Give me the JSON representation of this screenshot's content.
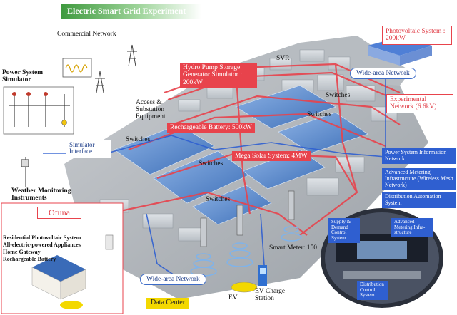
{
  "title": "Electric Smart Grid Experiment",
  "labels": {
    "commercial_network": "Commercial Network",
    "power_system_simulator": "Power System Simulator",
    "simulator_interface": "Simulator Interface",
    "weather_monitoring": "Weather Monitoring Instruments",
    "access_substation": "Access & Substation Equipment",
    "svr": "SVR",
    "switches": "Switches",
    "smart_meter": "Smart Meter: 150",
    "ev": "EV",
    "ev_charge_station": "EV Charge Station",
    "data_center": "Data Center"
  },
  "red_boxes": {
    "photovoltaic": "Photovoltaic System : 200kW",
    "hydro_pump": "Hydro Pump Storage Generator Simulator : 200kW",
    "rechargeable_battery": "Rechargeable Battery: 500kW",
    "mega_solar": "Mega Solar System: 4MW",
    "experimental_network": "Experimental Network (6.6kV)"
  },
  "networks": {
    "wide_area_top": "Wide-area Network",
    "wide_area_bottom": "Wide-area Network"
  },
  "blue_boxes": {
    "power_info_network": "Power System Information Network",
    "advanced_metering": "Advanced Metering Infrastructure (Wireless Mesh Network)",
    "distribution_automation": "Distribution Automation System"
  },
  "control_room": {
    "supply_demand": "Supply & Demand Control System",
    "advanced_metering_infra": "Advanced Metering Infra-structure",
    "distribution_control": "Distribution Control System"
  },
  "ofuna": {
    "title": "Ofuna",
    "lines": [
      "Residential Photovoltaic System",
      "All-electric-powered Appliances",
      "Home Gateway",
      "Rechargeable Battery"
    ]
  },
  "colors": {
    "red_line": "#e8434c",
    "blue_line": "#2f5fd0",
    "title_green": "#3f9a3f",
    "data_center_yellow": "#f3d800"
  }
}
